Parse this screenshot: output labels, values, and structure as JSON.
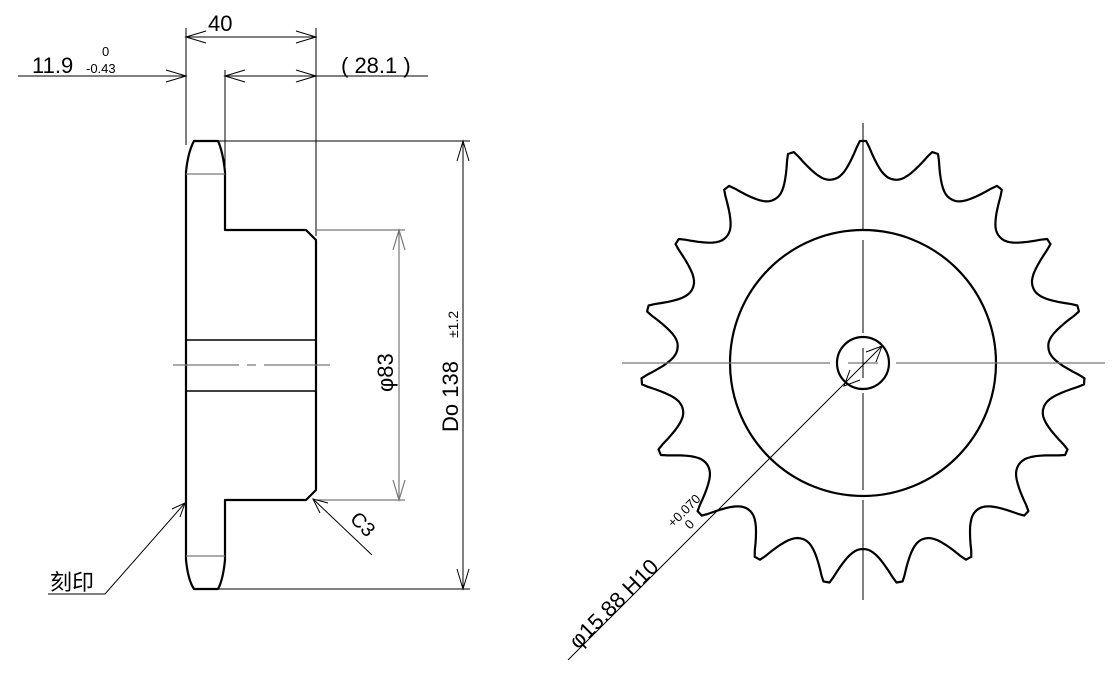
{
  "drawing": {
    "side_view": {
      "overall_width": "40",
      "tooth_width": "11.9",
      "tooth_width_tol_upper": "0",
      "tooth_width_tol_lower": "-0.43",
      "hub_projection": "( 28.1 )",
      "hub_diameter": "φ83",
      "outer_diameter_label": "Do 138",
      "outer_diameter_tol": "±1.2",
      "chamfer": "C3",
      "marking_label": "刻印"
    },
    "front_view": {
      "tooth_count": 19,
      "bore": "φ15.88 H10",
      "bore_tol_upper": "+0.070",
      "bore_tol_lower": "0"
    }
  }
}
